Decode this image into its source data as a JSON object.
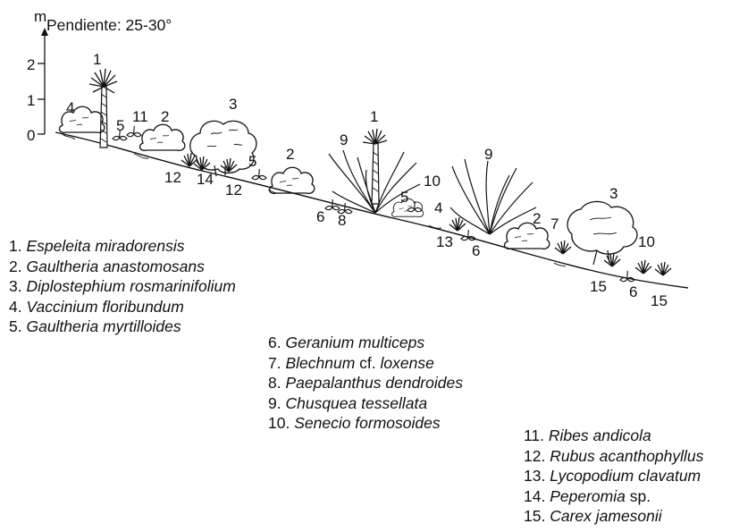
{
  "title": "Pendiente: 25-30°",
  "axis": {
    "unit": "m",
    "ticks": [
      "2",
      "1",
      "0"
    ]
  },
  "legend": [
    {
      "num": "1.",
      "name": "Espeleita miradorensis",
      "suffix": ""
    },
    {
      "num": "2.",
      "name": "Gaultheria anastomosans",
      "suffix": ""
    },
    {
      "num": "3.",
      "name": "Diplostephium rosmarinifolium",
      "suffix": ""
    },
    {
      "num": "4.",
      "name": "Vaccinium floribundum",
      "suffix": ""
    },
    {
      "num": "5.",
      "name": "Gaultheria myrtilloides",
      "suffix": ""
    },
    {
      "num": "6.",
      "name": "Geranium multiceps",
      "suffix": ""
    },
    {
      "num": "7.",
      "name": "Blechnum",
      "suffix": " cf. ",
      "name2": "loxense"
    },
    {
      "num": "8.",
      "name": "Paepalanthus dendroides",
      "suffix": ""
    },
    {
      "num": "9.",
      "name": "Chusquea tessellata",
      "suffix": ""
    },
    {
      "num": "10.",
      "name": "Senecio formosoides",
      "suffix": ""
    },
    {
      "num": "11.",
      "name": "Ribes andicola",
      "suffix": ""
    },
    {
      "num": "12.",
      "name": "Rubus acanthophyllus",
      "suffix": ""
    },
    {
      "num": "13.",
      "name": "Lycopodium clavatum",
      "suffix": ""
    },
    {
      "num": "14.",
      "name": "Peperomia",
      "suffix": " sp."
    },
    {
      "num": "15.",
      "name": "Carex jamesonii",
      "suffix": ""
    }
  ],
  "plant_labels": [
    "1",
    "4",
    "5",
    "11",
    "2",
    "3",
    "12",
    "14",
    "12",
    "5",
    "2",
    "1",
    "9",
    "6",
    "8",
    "5",
    "10",
    "4",
    "13",
    "6",
    "9",
    "2",
    "7",
    "3",
    "10",
    "15",
    "6",
    "15"
  ]
}
